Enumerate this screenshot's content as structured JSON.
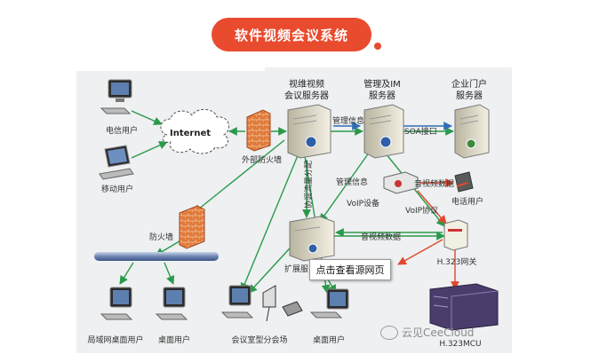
{
  "header": {
    "title": "软件视频会议系统"
  },
  "nodes": {
    "telecom_user": "电信用户",
    "mobile_user": "移动用户",
    "internet": "Internet",
    "external_firewall": "外部防火墙",
    "video_server_l1": "视维视频",
    "video_server_l2": "会议服务器",
    "im_server_l1": "管理及IM",
    "im_server_l2": "服务器",
    "portal_server_l1": "企业门户",
    "portal_server_l2": "服务器",
    "firewall": "防火墙",
    "voip_device": "VoIP设备",
    "phone_user": "电话用户",
    "extension_server": "扩展服",
    "h323_gateway": "H.323网关",
    "h323_mcu": "H.323MCU",
    "lan_desktop_user": "局域网桌面用户",
    "desktop_user_1": "桌面用户",
    "conference_room": "会议室型分会场",
    "desktop_user_2": "桌面用户"
  },
  "edges": {
    "mgmt_info_1": "管理信息",
    "soa": "SOA接口",
    "mgmt_info_2": "管理信息",
    "av_data_1": "音视频数据",
    "voip_protocol": "VoIP协议",
    "av_data_2": "音视频数据",
    "cascade": "协调流量分配"
  },
  "tooltip": {
    "label": "点击查看源网页"
  },
  "watermark": {
    "text": "云见CeeCloud"
  },
  "colors": {
    "accent": "#e94b2e",
    "green_link": "#2a9a4a",
    "red_link": "#e0492c",
    "blue_link": "#2f6fb5"
  }
}
